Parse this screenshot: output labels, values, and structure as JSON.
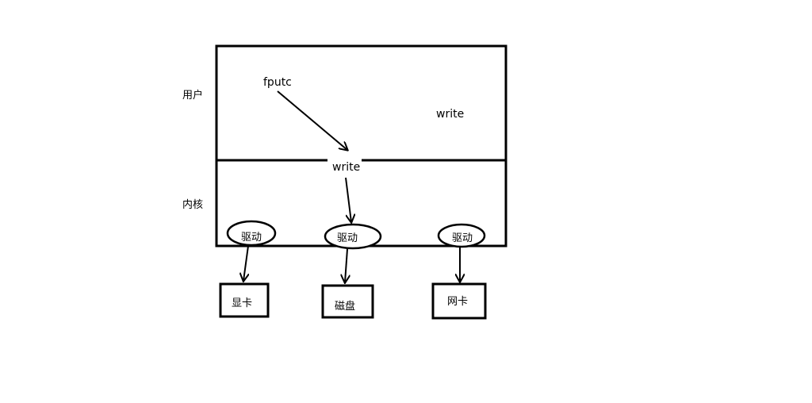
{
  "diagram": {
    "layers": {
      "user": "用户",
      "kernel": "内核"
    },
    "functions": {
      "fputc": "fputc",
      "write_user": "write",
      "write_kernel": "write"
    },
    "drivers": [
      "驱动",
      "驱动",
      "驱动"
    ],
    "devices": [
      "显卡",
      "磁盘",
      "网卡"
    ],
    "colors": {
      "stroke": "#000000",
      "background": "#ffffff"
    }
  }
}
